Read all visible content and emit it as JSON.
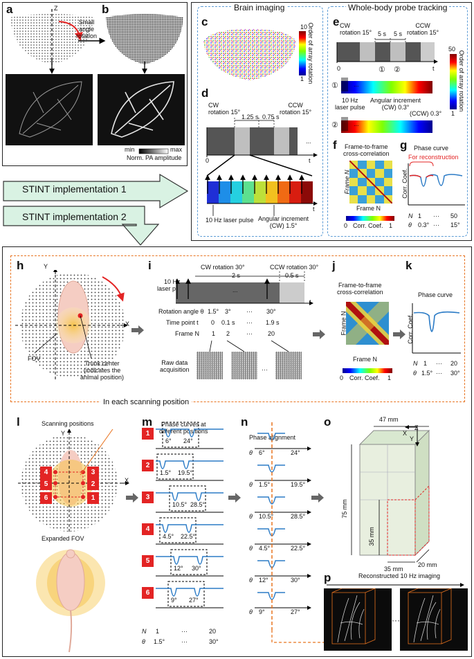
{
  "colors": {
    "accent_red": "#e32424",
    "orange_dash": "#e8731f",
    "blue_dash": "#5b9bd5",
    "curve_blue": "#2b7bc6",
    "arrow_fill": "#d9f2e3"
  },
  "panels": {
    "a": "a",
    "b": "b",
    "c": "c",
    "d": "d",
    "e": "e",
    "f": "f",
    "g": "g",
    "h": "h",
    "i": "i",
    "j": "j",
    "k": "k",
    "l": "l",
    "m": "m",
    "n": "n",
    "o": "o",
    "p": "p"
  },
  "ab": {
    "axis_z": "Z",
    "rotation_label": "Small\nangle\nrotation",
    "cb_min": "min",
    "cb_max": "max",
    "cb_label": "Norm. PA amplitude"
  },
  "arrows": {
    "impl1": "STINT implementation 1",
    "impl2": "STINT implementation 2"
  },
  "brain": {
    "title": "Brain imaging",
    "cb_top": "10",
    "cb_bottom": "1",
    "cb_label": "Order of array rotation",
    "cw": "CW\nrotation 15°",
    "ccw": "CCW\nrotation 15°",
    "t1": "1.25 s",
    "t2": "0.75 s",
    "t0": "0",
    "tt": "t",
    "dots": "...",
    "laser": "10 Hz laser pulse",
    "ang": "Angular increment\n(CW) 1.5°",
    "t_axis2": "t"
  },
  "whole": {
    "title": "Whole-body probe tracking",
    "cw": "CW\nrotation 15°",
    "ccw": "CCW\nrotation 15°",
    "t1": "5 s",
    "t2": "5 s",
    "t0": "0",
    "tt": "t",
    "c1": "①",
    "c2": "②",
    "dots": "...",
    "cb_top": "50",
    "cb_bottom": "1",
    "cb_label": "Order of array rotation",
    "laser": "10 Hz\nlaser pulse",
    "ang_cw": "Angular increment\n(CW) 0.3°",
    "ang_ccw": "(CCW) 0.3°",
    "f_title": "Frame-to-frame\ncross-correlation",
    "f_xlabel": "Frame N",
    "f_ylabel": "Frame N",
    "f_cb0": "0",
    "f_cb_label": "Corr. Coef.",
    "f_cb1": "1",
    "g_title": "Phase curve",
    "g_recon": "For reconstruction",
    "g_ylabel": "Corr. Coef.",
    "g_N": "N",
    "g_N1": "1",
    "g_Ndots": "···",
    "g_N2": "50",
    "g_th": "θ",
    "g_th1": "0.3°",
    "g_thdots": "···",
    "g_th2": "15°"
  },
  "impl2": {
    "h_y": "Y",
    "h_x": "X",
    "h_fov": "FOV",
    "h_trunk": "Trunk center\n(indicates the\nanimal position)",
    "i_cw": "CW rotation 30°",
    "i_ccw": "CCW rotation 30°",
    "i_2s": "2 s",
    "i_05s": "0.5 s",
    "i_laser": "10 Hz\nlaser pulse",
    "i_dots": "...",
    "i_t": "t",
    "row1_label": "Rotation angle  θ",
    "row1": [
      "1.5°",
      "3°",
      "···",
      "30°"
    ],
    "row2_label": "Time point  t",
    "row2": [
      "0",
      "0.1 s",
      "···",
      "1.9 s"
    ],
    "row3_label": "Frame   N",
    "row3": [
      "1",
      "2",
      "···",
      "20"
    ],
    "raw": "Raw data\nacquisition",
    "raw_dots": "···",
    "j_title": "Frame-to-frame\ncross-correlation",
    "j_xlabel": "Frame N",
    "j_ylabel": "Frame N",
    "j_cb0": "0",
    "j_cb_label": "Corr. Coef.",
    "j_cb1": "1",
    "k_title": "Phase curve",
    "k_ylabel": "Corr. Coef.",
    "k_N": "N",
    "k_N1": "1",
    "k_Ndots": "···",
    "k_N2": "20",
    "k_th": "θ",
    "k_th1": "1.5°",
    "k_thdots": "···",
    "k_th2": "30°",
    "scan_label": "In each scanning position"
  },
  "bottom": {
    "l_title": "Scanning positions",
    "l_y": "Y",
    "l_x": "X",
    "l_expanded": "Expanded FOV",
    "l_badges": [
      "4",
      "3",
      "5",
      "2",
      "6",
      "1"
    ],
    "m_title": "Phase curves at\ndifferent positions",
    "m_rows": [
      {
        "badge": "1",
        "a": "6°",
        "b": "24°"
      },
      {
        "badge": "2",
        "a": "1.5°",
        "b": "19.5°"
      },
      {
        "badge": "3",
        "a": "10.5°",
        "b": "28.5°"
      },
      {
        "badge": "4",
        "a": "4.5°",
        "b": "22.5°"
      },
      {
        "badge": "5",
        "a": "12°",
        "b": "30°"
      },
      {
        "badge": "6",
        "a": "9°",
        "b": "27°"
      }
    ],
    "m_N": "N",
    "m_N1": "1",
    "m_Ndots": "···",
    "m_N2": "20",
    "m_th": "θ",
    "m_th1": "1.5°",
    "m_thdots": "···",
    "m_th2": "30°",
    "n_title": "Phase alignment",
    "n_theta": "θ",
    "o_47": "47 mm",
    "o_75": "75 mm",
    "o_35v": "35 mm",
    "o_35h": "35 mm",
    "o_20": "20 mm",
    "o_x": "X",
    "o_y": "Y",
    "o_z": "Z",
    "p_title": "Reconstructed 10 Hz imaging",
    "p_dots": "···"
  }
}
